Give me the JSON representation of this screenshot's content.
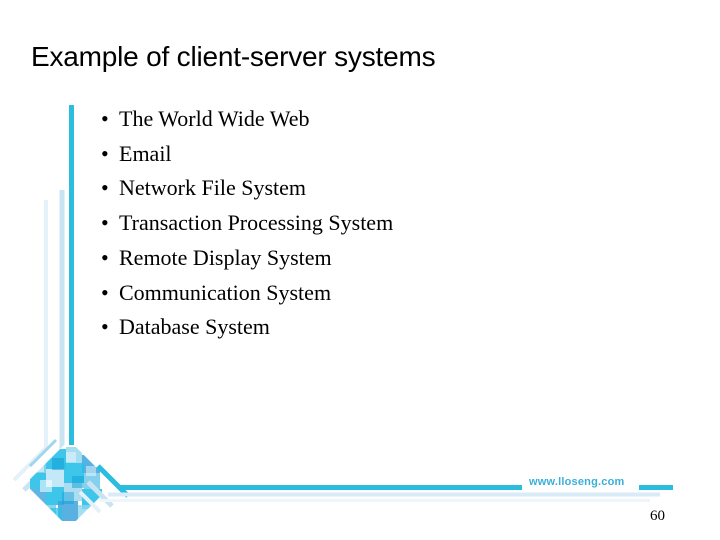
{
  "slide": {
    "title": "Example of client-server systems",
    "bullets": [
      {
        "marker": "•",
        "label": "The World Wide Web"
      },
      {
        "marker": "•",
        "label": "Email"
      },
      {
        "marker": "•",
        "label": "Network File System"
      },
      {
        "marker": "•",
        "label": "Transaction Processing System"
      },
      {
        "marker": "•",
        "label": "Remote Display System"
      },
      {
        "marker": "•",
        "label": "Communication System"
      },
      {
        "marker": "•",
        "label": "Database System"
      }
    ],
    "footer": {
      "url": "www.lloseng.com",
      "page_number": "60"
    },
    "decoration": {
      "name": "cyan-mosaic-diamond-with-rules",
      "colors": {
        "cyan_primary": "#2BBCDE",
        "cyan_bright": "#29C0E8",
        "blue_mid": "#3BA3DC",
        "blue_pale": "#9FD6EE",
        "blue_faint": "#C8E4F2",
        "blue_ghost": "#E4F1F9",
        "text_black": "#000000",
        "background": "#FFFFFF"
      }
    }
  }
}
